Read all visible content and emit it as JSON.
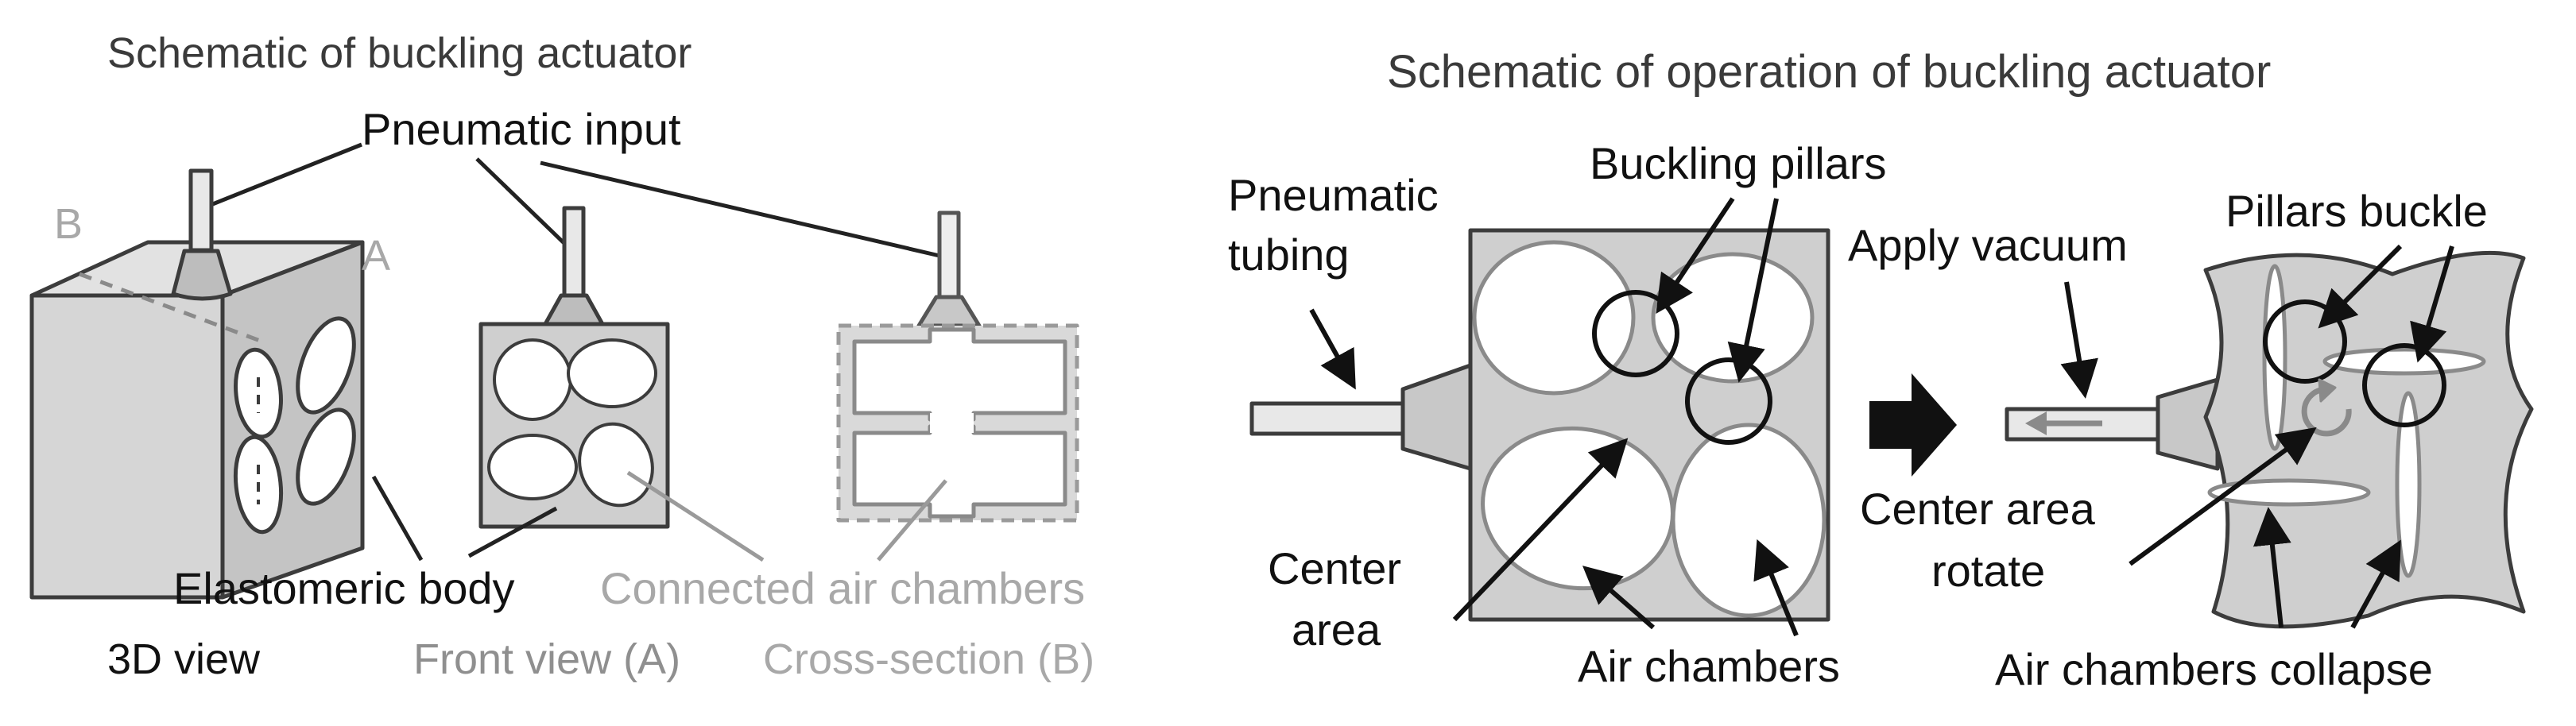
{
  "left_panel": {
    "title": "Schematic of buckling actuator",
    "pneumatic_input": "Pneumatic input",
    "label_b": "B",
    "label_a": "A",
    "elastomeric_body": "Elastomeric body",
    "connected_air_chambers": "Connected air chambers",
    "view_3d": "3D view",
    "front_view": "Front view (A)",
    "cross_section": "Cross-section (B)"
  },
  "right_panel": {
    "title": "Schematic of operation of buckling actuator",
    "pneumatic_tubing": [
      "Pneumatic",
      "tubing"
    ],
    "buckling_pillars": "Buckling pillars",
    "apply_vacuum": "Apply vacuum",
    "pillars_buckle": "Pillars buckle",
    "center_area": [
      "Center",
      "area"
    ],
    "center_area_rotate": [
      "Center area",
      "rotate"
    ],
    "air_chambers": "Air chambers",
    "air_chambers_collapse": "Air chambers collapse"
  },
  "colors": {
    "body_fill": "#cfcfcf",
    "body_side": "#bdbdbd",
    "body_top": "#e2e2e2",
    "stroke": "#3c3c3c",
    "chamber_stroke": "#8a8a8a",
    "light_text": "#a8a8a8"
  }
}
